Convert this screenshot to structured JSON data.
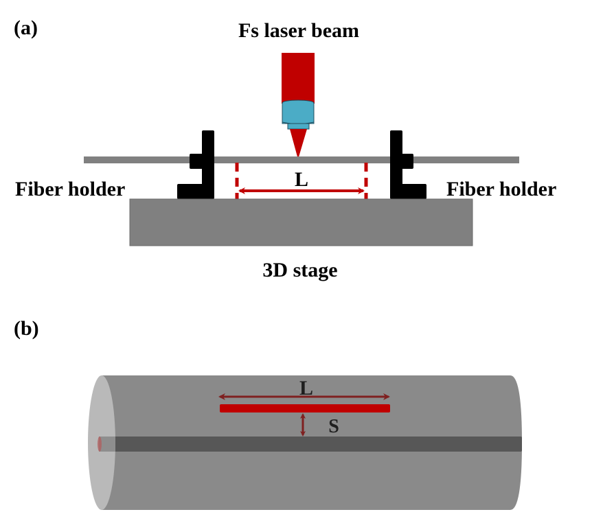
{
  "panel_a": {
    "label": "(a)",
    "laser_label": "Fs laser beam",
    "left_holder_label": "Fiber holder",
    "right_holder_label": "Fiber holder",
    "length_label": "L",
    "stage_label": "3D stage"
  },
  "panel_b": {
    "label": "(b)",
    "length_label": "L",
    "spacing_label": "S"
  },
  "colors": {
    "laser_red": "#c00000",
    "objective_blue": "#4bacc6",
    "fiber_gray": "#808080",
    "holder_black": "#000000",
    "cladding_gray": "#8a8a8a",
    "core_dark": "#575757",
    "arrow_dark_red": "#7f2020"
  }
}
